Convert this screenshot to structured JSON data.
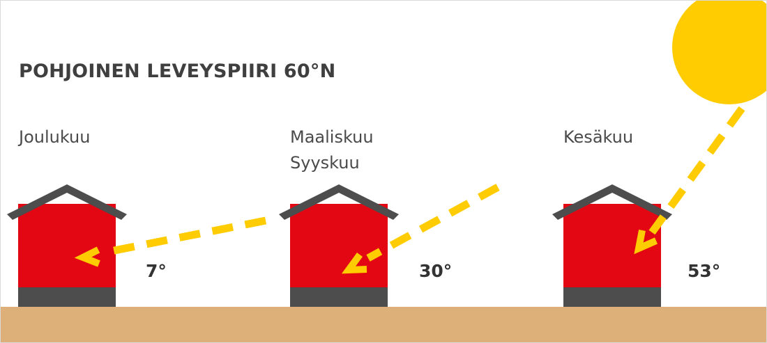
{
  "title": "POHJOINEN LEVEYSPIIRI 60°N",
  "houses": [
    {
      "labels": [
        "Joulukuu"
      ],
      "angle_label": "7°",
      "sun_elevation_deg": 7
    },
    {
      "labels": [
        "Maaliskuu",
        "Syyskuu"
      ],
      "angle_label": "30°",
      "sun_elevation_deg": 30
    },
    {
      "labels": [
        "Kesäkuu"
      ],
      "angle_label": "53°",
      "sun_elevation_deg": 53
    }
  ],
  "colors": {
    "wall": "#e30613",
    "roof": "#4d4d4d",
    "foundation": "#4d4d4d",
    "ground": "#ddb07a",
    "sun": "#fecc00",
    "ray": "#fecc00",
    "text": "#3f3f3f"
  }
}
